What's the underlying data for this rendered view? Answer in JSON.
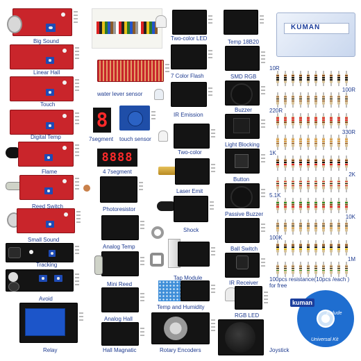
{
  "labels": {
    "big_sound": "Big Sound",
    "linear_hall": "Linear Hall",
    "touch": "Touch",
    "digital_temp": "Digital Temp",
    "flame": "Flame",
    "reed_switch": "Reed Switch",
    "small_sound": "Small Sound",
    "tracking": "Tracking",
    "avoid": "Avoid",
    "relay": "Relay",
    "water_level_sensor": "water lever sensor",
    "seven_segment": "7segment",
    "touch_sensor": "touch sensor",
    "four_seven_segment": "4 7segment",
    "photoresistor": "Photoresistor",
    "analog_temp": "Analog Temp",
    "mini_reed": "Mini Reed",
    "analog_hall": "Analog Hall",
    "hall_magnetic": "Hall Magnatic",
    "two_color_led": "Two-color LED",
    "seven_color_flash": "7 Color Flash",
    "ir_emission": "IR Emission",
    "two_color": "Two-color",
    "laser_emit": "Laser Emit",
    "shock": "Shock",
    "tap_module": "Tap Module",
    "temp_humidity": "Temp and Humidity",
    "rotary_encoders": "Rotary Encoders",
    "temp_18b20": "Temp 18B20",
    "smd_rgb": "SMD RGB",
    "buzzer": "Buzzer",
    "light_blocking": "Light Blocking",
    "button": "Button",
    "passive_buzzer": "Passive Buzzer",
    "ball_switch": "Ball Switch",
    "ir_receiver": "IR Receiver",
    "rgb_led": "RGB LED",
    "joystick": "Joystick",
    "resistor_note_1": "100pcs resistance(10pcs /each )",
    "resistor_note_2": "for free"
  },
  "resistors": [
    "10R",
    "100R",
    "220R",
    "330R",
    "1K",
    "2K",
    "5.1K",
    "10K",
    "100K",
    "1M"
  ],
  "brand": {
    "case_logo": "KUMAN",
    "cd_logo": "kuman",
    "cd_subtitle": "Universal Kit",
    "cd_include": "Include"
  },
  "seven_segment_digit": "8",
  "four_digit_display": "8888",
  "colors": {
    "label": "#1d3a8f",
    "red_board": "#c9252b",
    "black_board": "#141414",
    "pot_blue": "#1e4bb5",
    "cd_blue": "#1f6ed0"
  }
}
